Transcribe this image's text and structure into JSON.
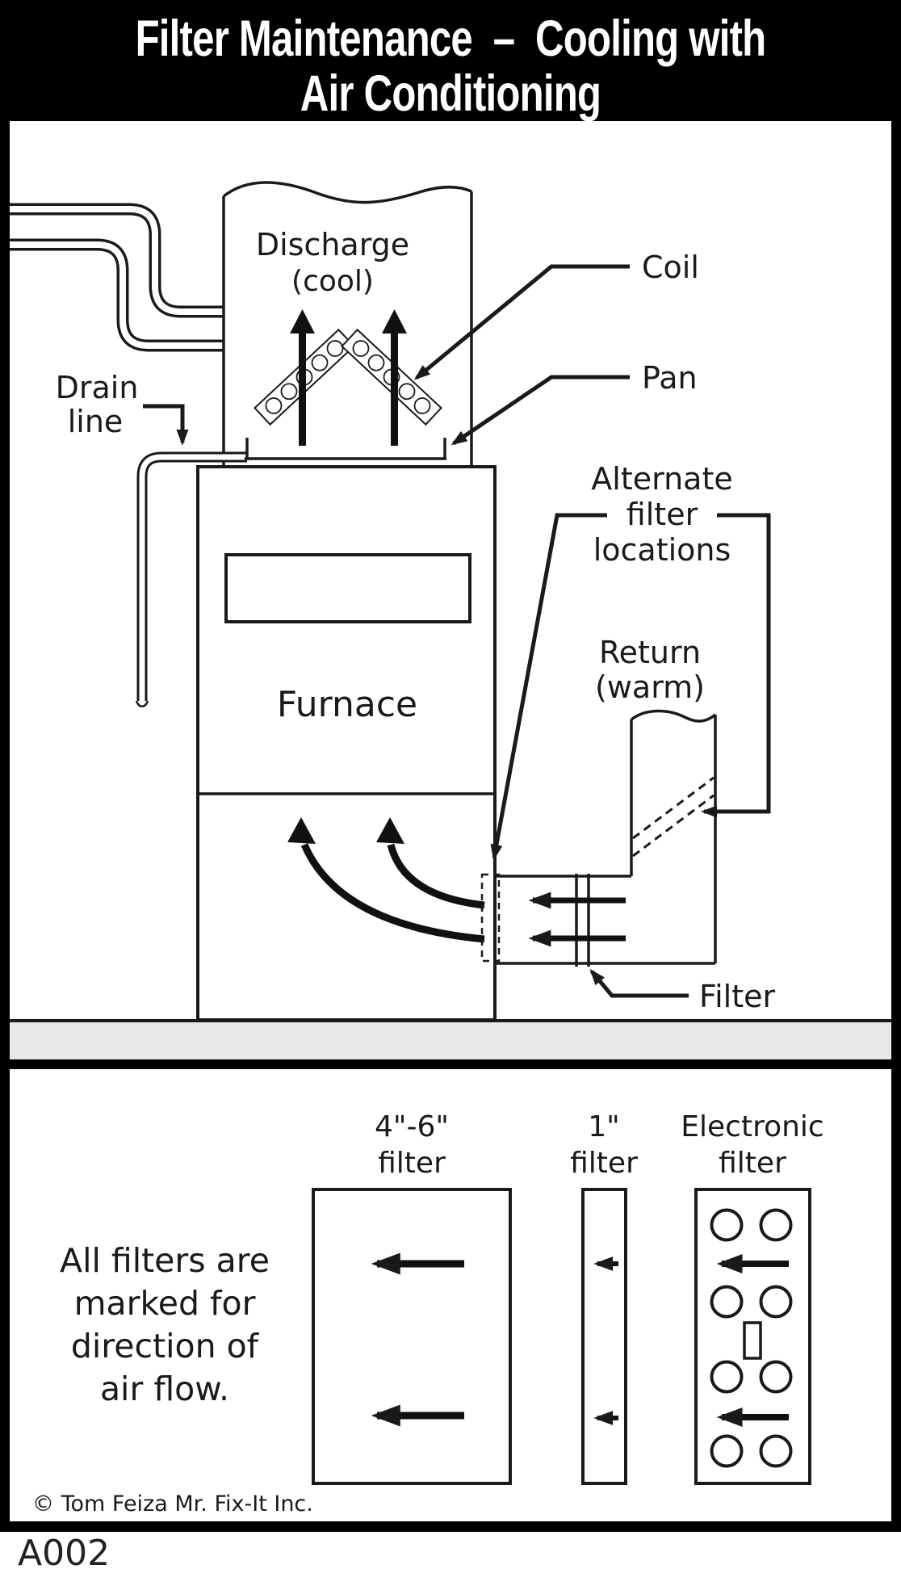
{
  "title": {
    "line1": "Filter Maintenance  –  Cooling with",
    "line2": "Air Conditioning"
  },
  "diagram": {
    "labels": {
      "discharge_line1": "Discharge",
      "discharge_line2": "(cool)",
      "coil": "Coil",
      "pan": "Pan",
      "drain_line1": "Drain",
      "drain_line2": "line",
      "furnace": "Furnace",
      "alt_line1": "Alternate",
      "alt_line2": "filter",
      "alt_line3": "locations",
      "return_line1": "Return",
      "return_line2": "(warm)",
      "filter": "Filter"
    }
  },
  "legend": {
    "note_line1": "All filters are",
    "note_line2": "marked for",
    "note_line3": "direction of",
    "note_line4": "air flow.",
    "filter1_line1": "4\"-6\"",
    "filter1_line2": "filter",
    "filter2_line1": "1\"",
    "filter2_line2": "filter",
    "filter3_line1": "Electronic",
    "filter3_line2": "filter"
  },
  "footer": {
    "copyright": "© Tom Feiza Mr. Fix-It Inc.",
    "code": "A002"
  },
  "colors": {
    "ink": "#1a1a1a",
    "floor_gray": "#e8e8e8",
    "title_bg": "#000000",
    "title_fg": "#ffffff"
  }
}
